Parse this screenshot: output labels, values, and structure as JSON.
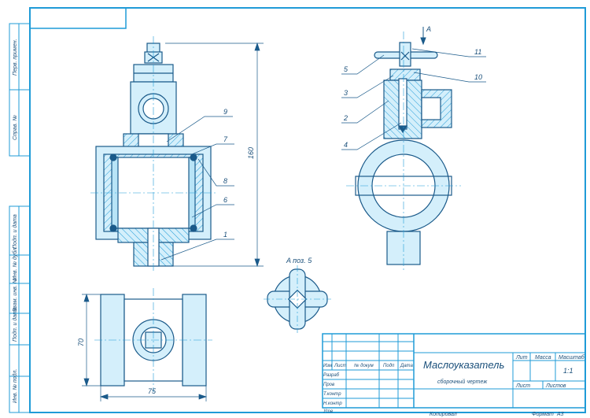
{
  "side_margin": {
    "cells": [
      "Перв. примен.",
      "Справ. №",
      "Подп. и дата",
      "Инв. № дубл.",
      "Взам. инв. №",
      "Подп. и дата",
      "Инв. № подл."
    ]
  },
  "dimensions": {
    "height_main": "160",
    "height_bottom": "70",
    "width_bottom": "75"
  },
  "callouts": {
    "front": [
      "9",
      "7",
      "8",
      "6",
      "1"
    ],
    "side": [
      "5",
      "3",
      "2",
      "4",
      "11",
      "10"
    ]
  },
  "view_labels": {
    "arrow_a": "A",
    "view_a": "A поз. 5"
  },
  "title_block": {
    "headers": [
      "Изм",
      "Лист",
      "№ докум",
      "Подп",
      "Дата"
    ],
    "rows": [
      "Разраб",
      "Пров",
      "Т.контр",
      "",
      "Н.контр",
      "Утв"
    ],
    "product_name": "Маслоуказатель",
    "doc_type": "сборочный чертеж",
    "lit_label": "Лит",
    "mass_label": "Масса",
    "scale_label": "Масштаб",
    "scale_value": "1:1",
    "sheet_label": "Лист",
    "sheets_label": "Листов"
  },
  "footer": {
    "copied": "Копировал",
    "format": "Формат",
    "format_value": "А3"
  }
}
